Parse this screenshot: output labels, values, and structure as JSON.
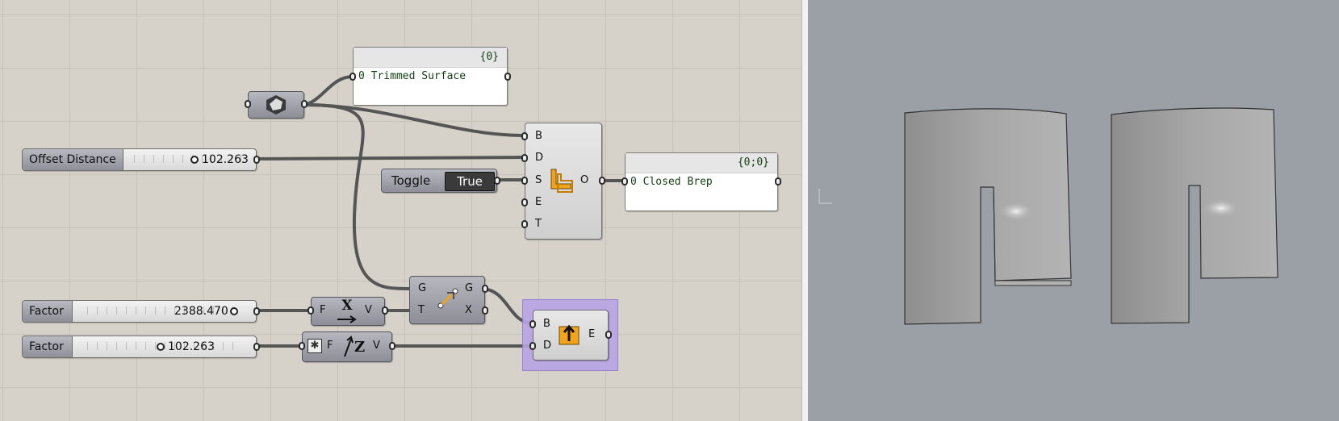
{
  "panels": {
    "trimmed": {
      "path": "{0}",
      "index": "0",
      "text": "Trimmed Surface"
    },
    "closed": {
      "path": "{0;0}",
      "index": "0",
      "text": "Closed Brep"
    }
  },
  "sliders": {
    "offset": {
      "label": "Offset Distance",
      "value": "102.263"
    },
    "factor1": {
      "label": "Factor",
      "value": "2388.470"
    },
    "factor2": {
      "label": "Factor",
      "value": "102.263"
    }
  },
  "toggle": {
    "label": "Toggle",
    "value": "True"
  },
  "offset_comp": {
    "inputs": [
      "B",
      "D",
      "S",
      "E",
      "T"
    ],
    "output": "O"
  },
  "move_comp": {
    "inputs": [
      "G",
      "T"
    ],
    "outputs": [
      "G",
      "X"
    ]
  },
  "unitx_comp": {
    "input": "F",
    "output": "V",
    "glyph": "X"
  },
  "unitz_comp": {
    "input": "F",
    "output": "V",
    "glyph": "Z"
  },
  "extrude_comp": {
    "inputs": [
      "B",
      "D"
    ],
    "output": "E"
  },
  "colors": {
    "canvas": "#d6d2ca",
    "viewport": "#9aa0a6",
    "selected": "#b8a4e6",
    "icon_orange": "#f2a21b"
  },
  "icons": [
    "brep-param-icon",
    "offset-surface-icon",
    "move-icon",
    "unit-x-icon",
    "unit-z-icon",
    "extrude-icon"
  ]
}
